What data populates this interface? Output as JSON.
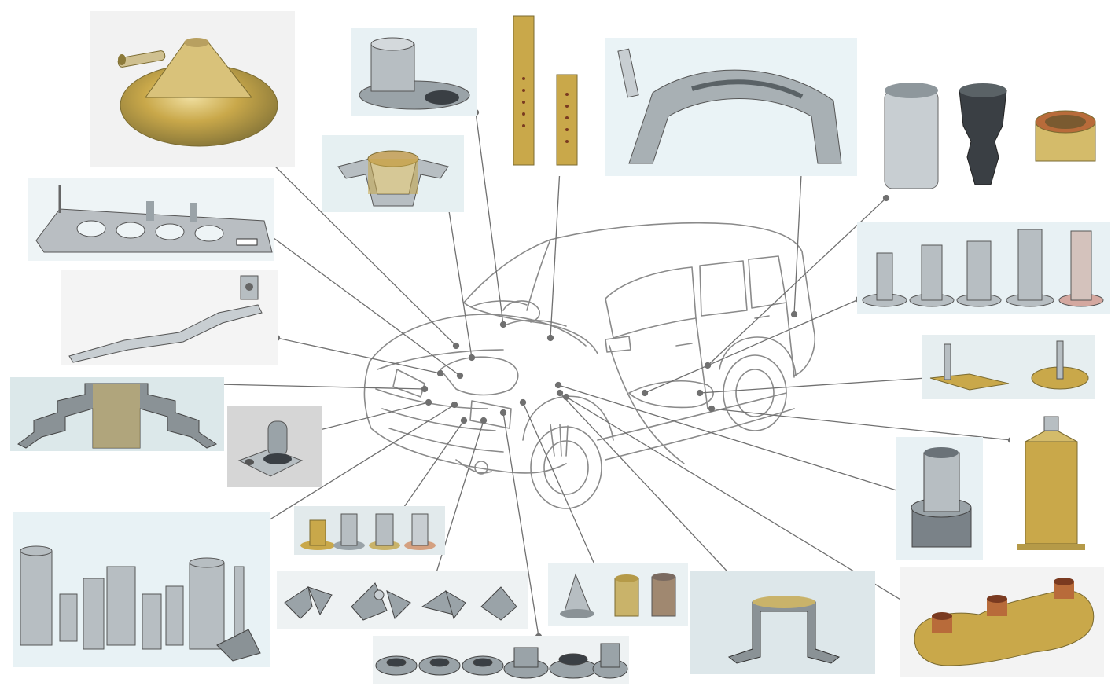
{
  "diagram": {
    "central_figure": "suv-line-drawing",
    "leader_color": "#707070",
    "dot_color": "#707070",
    "car_stroke_color": "#8a8a8a",
    "panel_bg_colors": [
      "#f3f3f3",
      "#e6f0f2",
      "#eaf3f6",
      "#dde7ea"
    ],
    "metal_colors": {
      "zinc_gold": "#c9a84a",
      "steel": "#9aa3a8",
      "steel_light": "#c8ced2",
      "dark": "#3a3f44",
      "copper": "#b86b3a"
    },
    "parts": [
      {
        "id": "cone-cap-with-tube",
        "finish": "zinc-gold"
      },
      {
        "id": "flanged-cup-stepped",
        "finish": "steel"
      },
      {
        "id": "perforated-tubes",
        "finish": "zinc-gold"
      },
      {
        "id": "curved-ring-section",
        "finish": "steel"
      },
      {
        "id": "three-sleeves",
        "finish": "mixed"
      },
      {
        "id": "bracket-cup",
        "finish": "steel"
      },
      {
        "id": "plate-with-holes",
        "finish": "steel"
      },
      {
        "id": "long-bracket",
        "finish": "steel"
      },
      {
        "id": "stepped-ring-section",
        "finish": "steel"
      },
      {
        "id": "tab-with-stud",
        "finish": "steel"
      },
      {
        "id": "flanged-tubes-row",
        "finish": "steel"
      },
      {
        "id": "stud-bracket-and-dome",
        "finish": "zinc-gold"
      },
      {
        "id": "flanged-collar-large",
        "finish": "steel"
      },
      {
        "id": "square-tube-housing",
        "finish": "zinc-gold"
      },
      {
        "id": "tube-set",
        "finish": "steel"
      },
      {
        "id": "small-flanged-collars",
        "finish": "mixed"
      },
      {
        "id": "impeller-stampings",
        "finish": "steel"
      },
      {
        "id": "cone-and-cups",
        "finish": "steel"
      },
      {
        "id": "cup-series",
        "finish": "steel"
      },
      {
        "id": "cup-section-flange",
        "finish": "steel"
      },
      {
        "id": "three-bush-plate",
        "finish": "zinc-gold"
      }
    ]
  }
}
